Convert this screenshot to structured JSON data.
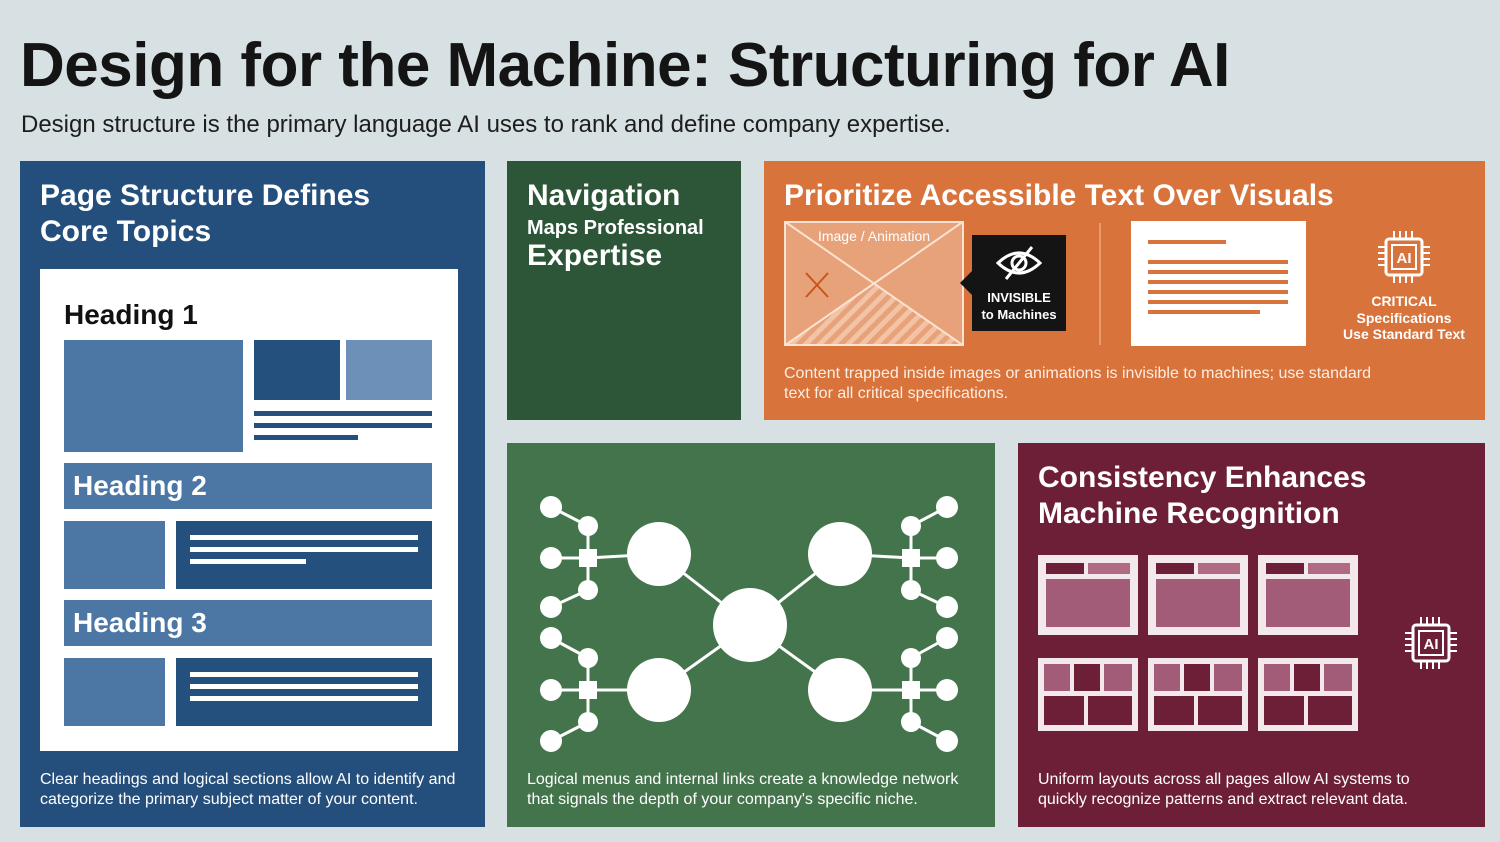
{
  "title": "Design for the Machine: Structuring for AI",
  "subtitle": "Design structure is the primary language AI uses to rank and define company expertise.",
  "panels": {
    "structure": {
      "title_line1": "Page Structure Defines",
      "title_line2": "Core Topics",
      "heading1": "Heading 1",
      "heading2": "Heading 2",
      "heading3": "Heading 3",
      "caption_line1": "Clear headings and logical sections allow AI to identify and",
      "caption_line2": "categorize the primary subject matter of your content.",
      "color": "#244f7c"
    },
    "navigation": {
      "title_line1": "Navigation",
      "title_line2": "Maps Professional",
      "title_line3": "Expertise",
      "caption_line1": "Logical menus and internal links create a knowledge network",
      "caption_line2": "that signals the depth of your company's specific niche.",
      "color_top": "#2d5638",
      "color_bottom": "#43744b"
    },
    "accessible_text": {
      "title": "Prioritize Accessible Text Over Visuals",
      "image_label": "Image / Animation",
      "invisible_line1": "INVISIBLE",
      "invisible_line2": "to Machines",
      "ai_label": "AI",
      "critical_line1": "CRITICAL",
      "critical_line2": "Specifications",
      "critical_line3": "Use Standard Text",
      "caption_line1": "Content trapped inside images or animations is invisible to machines; use standard",
      "caption_line2": "text for all critical specifications.",
      "icons": [
        "image-placeholder-icon",
        "eye-slash-icon",
        "text-document-icon",
        "ai-chip-icon"
      ],
      "color": "#d7733b"
    },
    "consistency": {
      "title_line1": "Consistency Enhances",
      "title_line2": "Machine Recognition",
      "ai_label": "AI",
      "caption_line1": "Uniform layouts across all pages allow AI systems to",
      "caption_line2": "quickly recognize patterns and extract relevant data.",
      "icons": [
        "layout-template-icon",
        "ai-chip-icon"
      ],
      "color": "#6d1f38"
    }
  }
}
